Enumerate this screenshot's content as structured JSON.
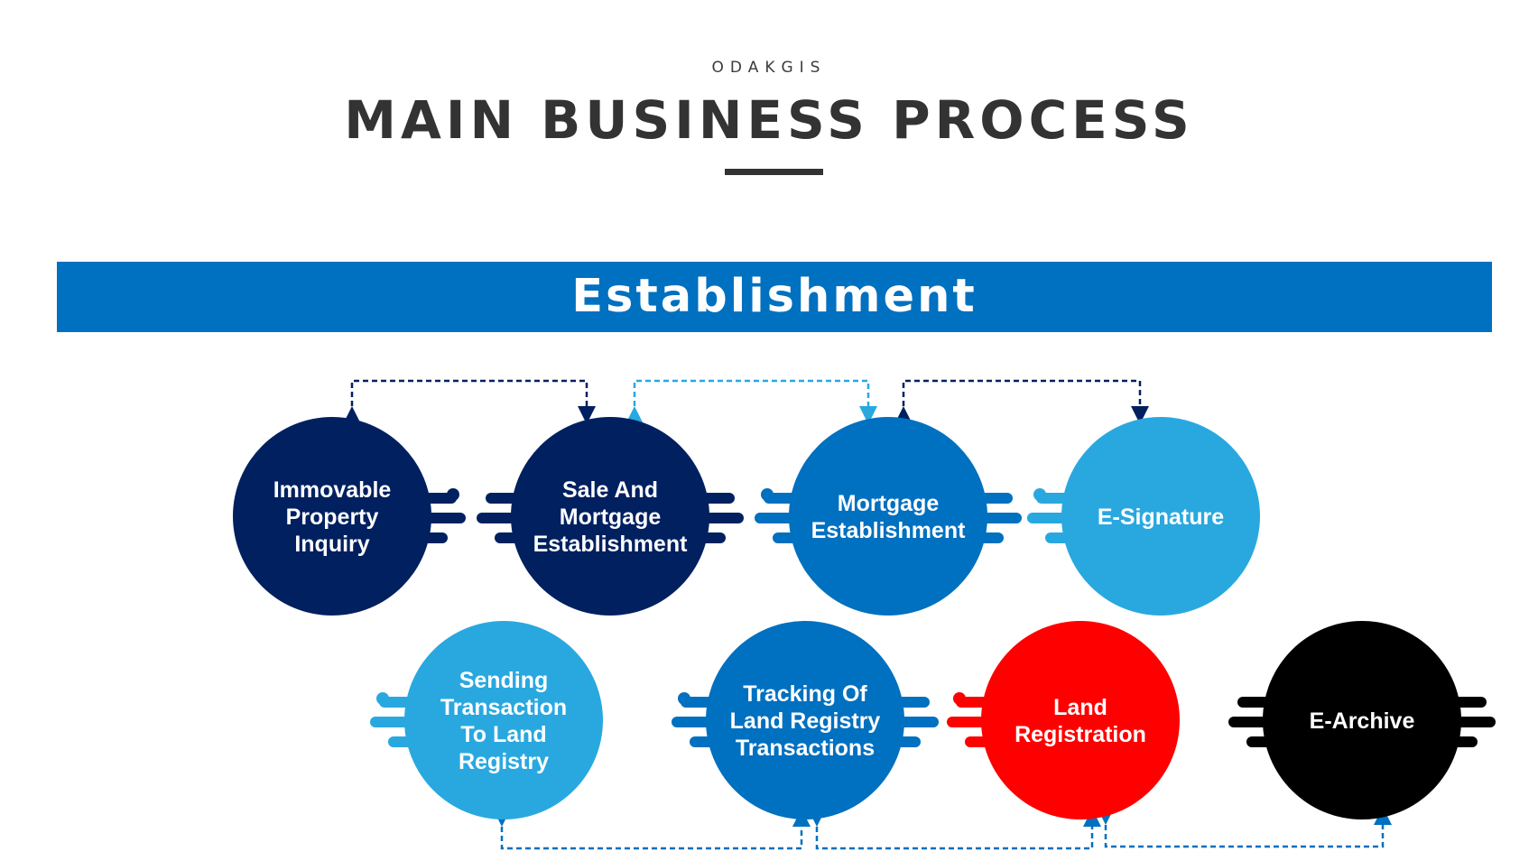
{
  "header": {
    "eyebrow": "ODAKGIS",
    "title": "MAIN BUSINESS PROCESS"
  },
  "banner": {
    "label": "Establishment"
  },
  "colors": {
    "navy": "#002060",
    "blue": "#0070c0",
    "light_blue": "#29a8e0",
    "red": "#ff0000",
    "black": "#000000",
    "banner": "#0070c0",
    "title": "#333333"
  },
  "process_nodes": [
    {
      "id": "immovable-property-inquiry",
      "lines": [
        "Immovable",
        "Property",
        "Inquiry"
      ],
      "color": "#002060"
    },
    {
      "id": "sale-and-mortgage-establishment",
      "lines": [
        "Sale And",
        "Mortgage",
        "Establishment"
      ],
      "color": "#002060"
    },
    {
      "id": "mortgage-establishment",
      "lines": [
        "Mortgage",
        "Establishment"
      ],
      "color": "#0070c0"
    },
    {
      "id": "e-signature",
      "lines": [
        "E-Signature"
      ],
      "color": "#29a8e0"
    },
    {
      "id": "sending-transaction-to-land-registry",
      "lines": [
        "Sending",
        "Transaction",
        "To Land",
        "Registry"
      ],
      "color": "#29a8e0"
    },
    {
      "id": "tracking-of-land-registry-transactions",
      "lines": [
        "Tracking Of",
        "Land Registry",
        "Transactions"
      ],
      "color": "#0070c0"
    },
    {
      "id": "land-registration",
      "lines": [
        "Land",
        "Registration"
      ],
      "color": "#ff0000"
    },
    {
      "id": "e-archive",
      "lines": [
        "E-Archive"
      ],
      "color": "#000000"
    }
  ],
  "connectors": [
    {
      "from": "immovable-property-inquiry",
      "to": "sale-and-mortgage-establishment",
      "color": "#002060"
    },
    {
      "from": "sale-and-mortgage-establishment",
      "to": "mortgage-establishment",
      "color": "#29a8e0"
    },
    {
      "from": "mortgage-establishment",
      "to": "e-signature",
      "color": "#002060"
    },
    {
      "from": "sending-transaction-to-land-registry",
      "to": "tracking-of-land-registry-transactions",
      "color": "#0070c0"
    },
    {
      "from": "tracking-of-land-registry-transactions",
      "to": "land-registration",
      "color": "#0070c0"
    },
    {
      "from": "land-registration",
      "to": "e-archive",
      "color": "#0070c0"
    }
  ]
}
